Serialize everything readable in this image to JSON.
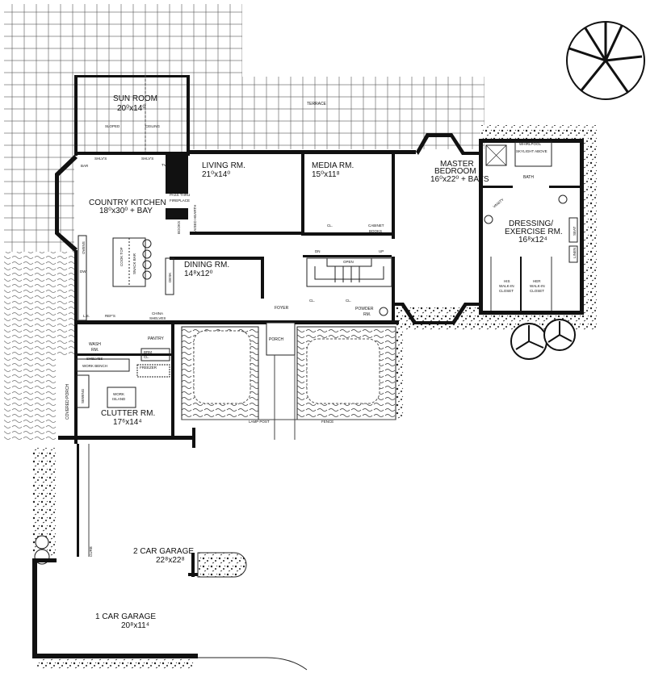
{
  "plan": {
    "rooms": {
      "sun_room": {
        "name": "SUN ROOM",
        "size": "20⁰x14⁰"
      },
      "terrace": {
        "name": "TERRACE"
      },
      "country_kitchen": {
        "name": "COUNTRY KITCHEN",
        "size": "18⁰x30⁰ + BAY"
      },
      "living": {
        "name": "LIVING RM.",
        "size": "21⁰x14⁰"
      },
      "media": {
        "name": "MEDIA RM.",
        "size": "15⁰x11⁸"
      },
      "master": {
        "name1": "MASTER",
        "name2": "BEDROOM",
        "size": "16⁰x22⁰ + BAYS"
      },
      "bath": {
        "name": "BATH"
      },
      "dressing": {
        "name1": "DRESSING/",
        "name2": "EXERCISE RM.",
        "size": "16⁸x12⁴"
      },
      "dining": {
        "name": "DINING RM.",
        "size": "14⁸x12⁰"
      },
      "foyer": {
        "name": "FOYER"
      },
      "powder": {
        "name1": "POWDER",
        "name2": "RM."
      },
      "porch": {
        "name": "PORCH"
      },
      "wash": {
        "name1": "WASH",
        "name2": "RM."
      },
      "pantry": {
        "name": "PANTRY"
      },
      "clutter": {
        "name": "CLUTTER RM.",
        "size": "17⁶x14⁴"
      },
      "covered_porch": {
        "name": "COVERED PORCH"
      },
      "garage2": {
        "name": "2 CAR GARAGE",
        "size": "22⁸x22⁸"
      },
      "garage1": {
        "name": "1 CAR GARAGE",
        "size": "20⁸x11⁴"
      }
    },
    "notes": {
      "sloped": "SLOPED",
      "ceiling": "CEILING",
      "bar": "BAR",
      "shlvs1": "SHLV'S",
      "shlvs2": "SHLV'S",
      "tv": "TV",
      "pass_thru": "PASS THRU",
      "fireplace": "FIREPLACE",
      "books": "BOOKS",
      "raised_hearth": "RAISED HEARTH",
      "ovens": "OVENS",
      "dw": "DW",
      "cook_top": "COOK TOP",
      "snack_bar": "SNACK BAR",
      "desk": "DESK",
      "ls": "L.S.",
      "refs": "REF'S",
      "china": "CHINA",
      "china_shelves": "SHELVES",
      "cl_media": "CL.",
      "cabinet": "CABINET",
      "books_media": "BOOKS",
      "dn": "DN",
      "up": "UP",
      "open": "OPEN",
      "cl1": "CL.",
      "cl2": "CL.",
      "whirlpool": "WHIRLPOOL",
      "skylight": "SKYLIGHT ABOVE",
      "vanity": "VANITY",
      "seat": "SEAT",
      "linen": "LINEN",
      "his_closet": [
        "HIS",
        "WALK-IN",
        "CLOSET"
      ],
      "her_closet": [
        "HER",
        "WALK-IN",
        "CLOSET"
      ],
      "shelves": "SHELVES",
      "work_bench": "WORK BENCH",
      "brm_cl": [
        "BRM",
        "CL."
      ],
      "freezer": "FREEZER",
      "work_island": [
        "WORK",
        "ISLAND"
      ],
      "sewing": "SEWING",
      "lamp_post": "LAMP POST",
      "fence": "FENCE",
      "curb": "CURB"
    }
  }
}
